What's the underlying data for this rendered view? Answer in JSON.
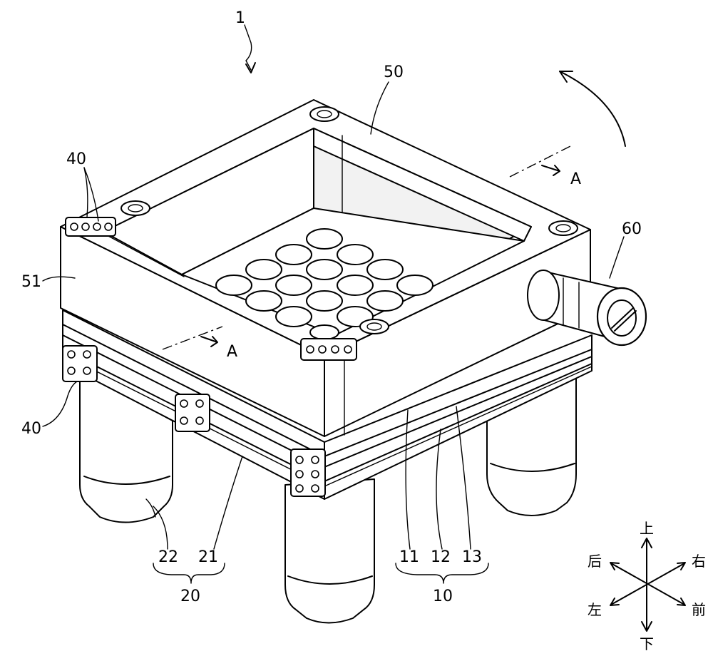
{
  "figure": {
    "labels": {
      "device": "1",
      "cover": "50",
      "cover_side": "51",
      "pipe": "60",
      "clip_top": "40",
      "clip_left": "40",
      "section_a_upper": "A",
      "section_a_lower": "A",
      "part_22": "22",
      "part_21": "21",
      "group_20": "20",
      "part_11": "11",
      "part_12": "12",
      "part_13": "13",
      "group_10": "10"
    },
    "directions": {
      "up": "上",
      "down": "下",
      "back": "后",
      "right": "右",
      "left": "左",
      "front": "前"
    }
  }
}
